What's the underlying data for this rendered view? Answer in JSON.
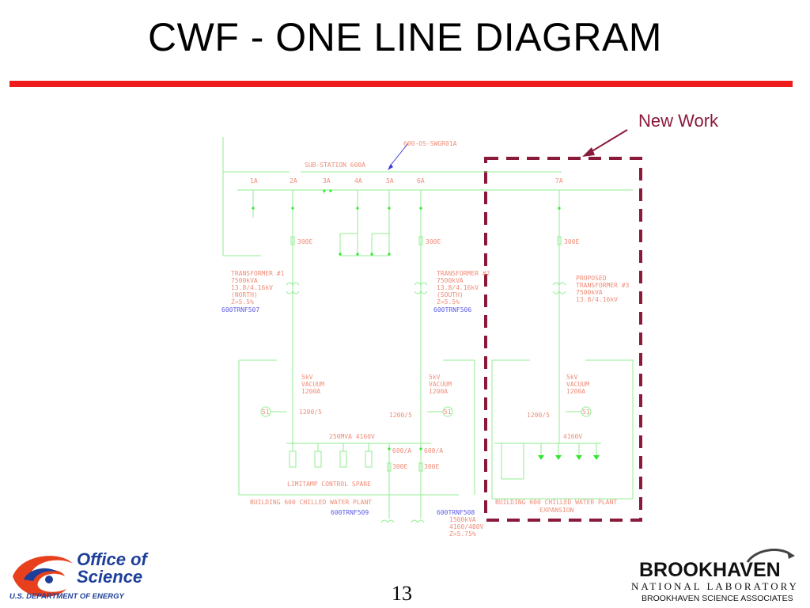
{
  "slide": {
    "title": "CWF - ONE LINE DIAGRAM",
    "new_work_label": "New Work",
    "page_number": "13"
  },
  "diagram": {
    "labels": {
      "switchgear_ref": "600-OS-SWGR01A",
      "substation": "SUB-STATION 600A",
      "b1a": "1A",
      "b2a": "2A",
      "b3a": "3A",
      "b4a": "4A",
      "b5a": "5A",
      "b6a": "6A",
      "b7a": "7A",
      "fuse1": "300E",
      "fuse2": "300E",
      "fuse3": "300E",
      "t1_l1": "TRANSFORMER #1",
      "t1_l2": "7500kVA",
      "t1_l3": "13.8/4.16kV",
      "t1_l4": "(NORTH)",
      "t1_l5": "Z=5.5%",
      "t1_ref": "600TRNF507",
      "t2_l1": "TRANSFORMER #2",
      "t2_l2": "7500kVA",
      "t2_l3": "13.8/4.16kV",
      "t2_l4": "(SOUTH)",
      "t2_l5": "Z=5.5%",
      "t2_ref": "600TRNF506",
      "t3_l1": "PROPOSED",
      "t3_l2": "TRANSFORMER #3",
      "t3_l3": "7500kVA",
      "t3_l4": "13.8/4.16kV",
      "vac1_l1": "5kV",
      "vac1_l2": "VACUUM",
      "vac1_l3": "1200A",
      "vac2_l1": "5kV",
      "vac2_l2": "VACUUM",
      "vac2_l3": "1200A",
      "vac3_l1": "5kV",
      "vac3_l2": "VACUUM",
      "vac3_l3": "1200A",
      "relay1": "51",
      "relay2": "51",
      "relay3": "51",
      "ct1": "1200/5",
      "ct2": "1200/5",
      "ct3": "1200/5",
      "bus_main": "250MVA 4160V",
      "bus_new": "4160V",
      "f600a_1": "600/A",
      "f600a_2": "600/A",
      "f300e_1": "300E",
      "f300e_2": "300E",
      "loads": "LIMITAMP CONTROL SPARE",
      "bldg_existing": "BUILDING 600 CHILLED WATER PLANT",
      "bldg_new_l1": "BUILDING 600 CHILLED WATER PLANT",
      "bldg_new_l2": "EXPANSION",
      "ref509": "600TRNF509",
      "ref508": "600TRNF508",
      "t4_l1": "1500kVA",
      "t4_l2": "4160/480V",
      "t4_l3": "Z=5.75%"
    }
  },
  "logos": {
    "doe_office": "Office of",
    "doe_science": "Science",
    "doe_dept": "U.S. DEPARTMENT OF ENERGY",
    "bnl_name": "BROOKHAVEN",
    "bnl_sub": "NATIONAL LABORATORY",
    "bnl_assoc": "BROOKHAVEN SCIENCE ASSOCIATES"
  },
  "colors": {
    "title_rule": "#ee1c1c",
    "new_work_box": "#8a1a3a",
    "diagram_lines": "#90ee90",
    "diagram_text": "#f08c78",
    "diagram_ref_text": "#5a5ae6"
  }
}
